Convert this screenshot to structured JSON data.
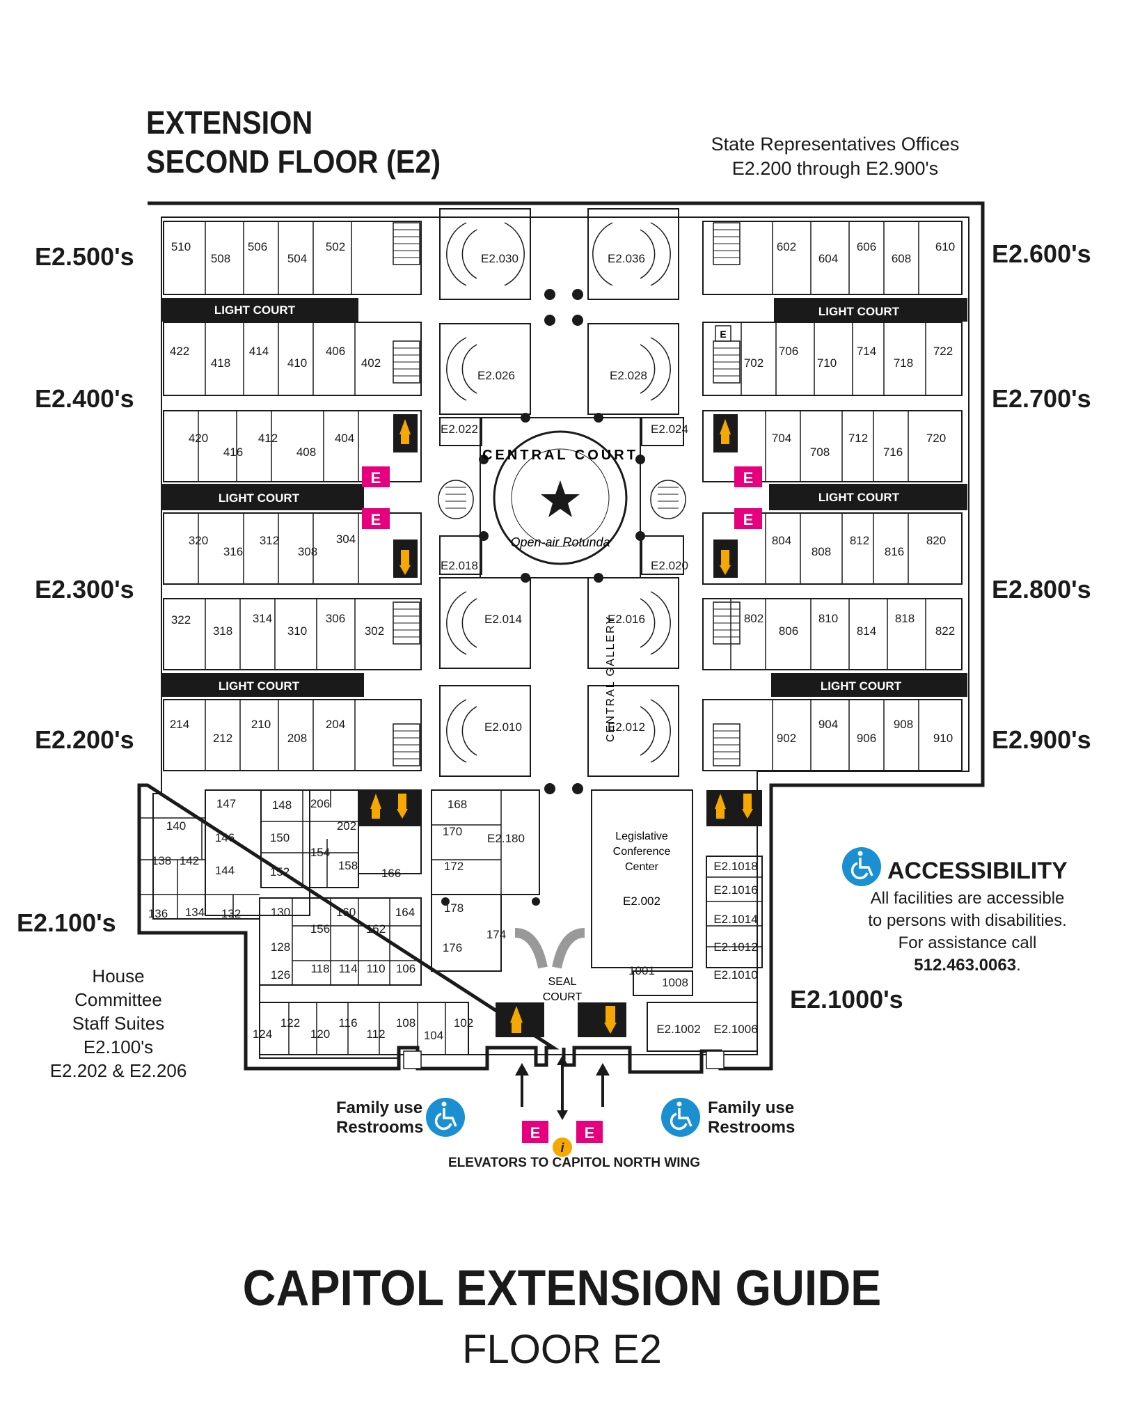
{
  "header": {
    "title_line1": "EXTENSION",
    "title_line2": "SECOND FLOOR (E2)"
  },
  "rep_offices": {
    "line1": "State Representatives Offices",
    "line2": "E2.200 through E2.900's"
  },
  "wing_labels": {
    "w500": "E2.500's",
    "w400": "E2.400's",
    "w300": "E2.300's",
    "w200": "E2.200's",
    "w100": "E2.100's",
    "w600": "E2.600's",
    "w700": "E2.700's",
    "w800": "E2.800's",
    "w900": "E2.900's",
    "w1000": "E2.1000's"
  },
  "light_court": "LIGHT COURT",
  "central_court": {
    "top": "CENTRAL COURT",
    "bottom": "Open-air Rotunda"
  },
  "central_gallery": "CENTRAL GALLERY",
  "seal_court": {
    "line1": "SEAL",
    "line2": "COURT"
  },
  "conference": {
    "line1": "Legislative",
    "line2": "Conference",
    "line3": "Center",
    "room": "E2.002"
  },
  "elevator_label": "E",
  "info_label": "i",
  "rooms": {
    "r510": "510",
    "r508": "508",
    "r506": "506",
    "r504": "504",
    "r502": "502",
    "r422": "422",
    "r418": "418",
    "r414": "414",
    "r410": "410",
    "r406": "406",
    "r402": "402",
    "r420": "420",
    "r416": "416",
    "r412": "412",
    "r408": "408",
    "r404": "404",
    "r320": "320",
    "r316": "316",
    "r312": "312",
    "r308": "308",
    "r304": "304",
    "r322": "322",
    "r318": "318",
    "r314": "314",
    "r310": "310",
    "r306": "306",
    "r302": "302",
    "r214": "214",
    "r212": "212",
    "r210": "210",
    "r208": "208",
    "r204": "204",
    "r602": "602",
    "r604": "604",
    "r606": "606",
    "r608": "608",
    "r610": "610",
    "r702": "702",
    "r706": "706",
    "r710": "710",
    "r714": "714",
    "r718": "718",
    "r722": "722",
    "r704": "704",
    "r708": "708",
    "r712": "712",
    "r716": "716",
    "r720": "720",
    "r804": "804",
    "r808": "808",
    "r812": "812",
    "r816": "816",
    "r820": "820",
    "r802": "802",
    "r806": "806",
    "r810": "810",
    "r814": "814",
    "r818": "818",
    "r822": "822",
    "r902": "902",
    "r904": "904",
    "r906": "906",
    "r908": "908",
    "r910": "910",
    "e2030": "E2.030",
    "e2036": "E2.036",
    "e2026": "E2.026",
    "e2028": "E2.028",
    "e2022": "E2.022",
    "e2024": "E2.024",
    "e2018": "E2.018",
    "e2020": "E2.020",
    "e2014": "E2.014",
    "e2016": "E2.016",
    "e2010": "E2.010",
    "e2012": "E2.012",
    "r147": "147",
    "r148": "148",
    "r206": "206",
    "r202": "202",
    "r140": "140",
    "r146": "146",
    "r150": "150",
    "r154": "154",
    "r158": "158",
    "r166": "166",
    "r138": "138",
    "r142": "142",
    "r144": "144",
    "r152": "152",
    "r136": "136",
    "r134": "134",
    "r132": "132",
    "r130": "130",
    "r160": "160",
    "r164": "164",
    "r156": "156",
    "r162": "162",
    "r128": "128",
    "r126": "126",
    "r118": "118",
    "r114": "114",
    "r110": "110",
    "r106": "106",
    "r124": "124",
    "r122": "122",
    "r120": "120",
    "r116": "116",
    "r112": "112",
    "r108": "108",
    "r104": "104",
    "r102": "102",
    "r168": "168",
    "r170": "170",
    "e2180": "E2.180",
    "r172": "172",
    "r178": "178",
    "r174": "174",
    "r176": "176",
    "e21018": "E2.1018",
    "e21016": "E2.1016",
    "e21014": "E2.1014",
    "e21012": "E2.1012",
    "e21010": "E2.1010",
    "r1001": "1001",
    "r1008": "1008",
    "e21002": "E2.1002",
    "e21006": "E2.1006"
  },
  "accessibility": {
    "title": "ACCESSIBILITY",
    "line1": "All facilities are accessible",
    "line2": "to persons with disabilities.",
    "line3": "For assistance call",
    "phone": "512.463.0063",
    "period": "."
  },
  "house_note": {
    "line1": "House",
    "line2": "Committee",
    "line3": "Staff Suites",
    "line4": "E2.100's",
    "line5": "E2.202 & E2.206"
  },
  "family_restrooms": {
    "line1": "Family use",
    "line2": "Restrooms"
  },
  "elevators_note": "ELEVATORS TO CAPITOL NORTH WING",
  "footer": {
    "title": "CAPITOL EXTENSION GUIDE",
    "subtitle": "FLOOR E2"
  },
  "colors": {
    "elevator": "#e6007e",
    "restroom_figure": "#f5a800",
    "accessibility": "#1a8fd1",
    "dark": "#1a1a1a"
  }
}
